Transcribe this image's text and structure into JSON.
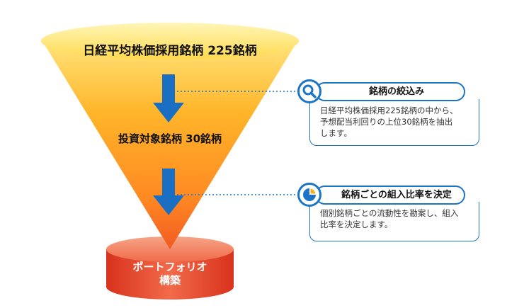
{
  "funnel": {
    "top_label": "日経平均株価採用銘柄 225銘柄",
    "mid_label": "投資対象銘柄 30銘柄",
    "base_label_line1": "ポートフォリオ",
    "base_label_line2": "構築"
  },
  "callouts": [
    {
      "title": "銘柄の絞込み",
      "body_line1": "日経平均株価採用225銘柄の中から、",
      "body_line2": "予想配当利回りの上位30銘柄を抽出",
      "body_line3": "します。",
      "icon": "search-icon"
    },
    {
      "title": "銘柄ごとの組入比率を決定",
      "body_line1": "個別銘柄ごとの流動性を勘案し、組入",
      "body_line2": "比率を決定します。",
      "icon": "pie-chart-icon"
    }
  ],
  "colors": {
    "funnel_top": "#ffe57a",
    "funnel_mid": "#ffa21f",
    "funnel_bottom": "#f0601e",
    "base": "#e8442a",
    "arrow": "#1b6fc3",
    "callout_border": "#1b74c5"
  }
}
